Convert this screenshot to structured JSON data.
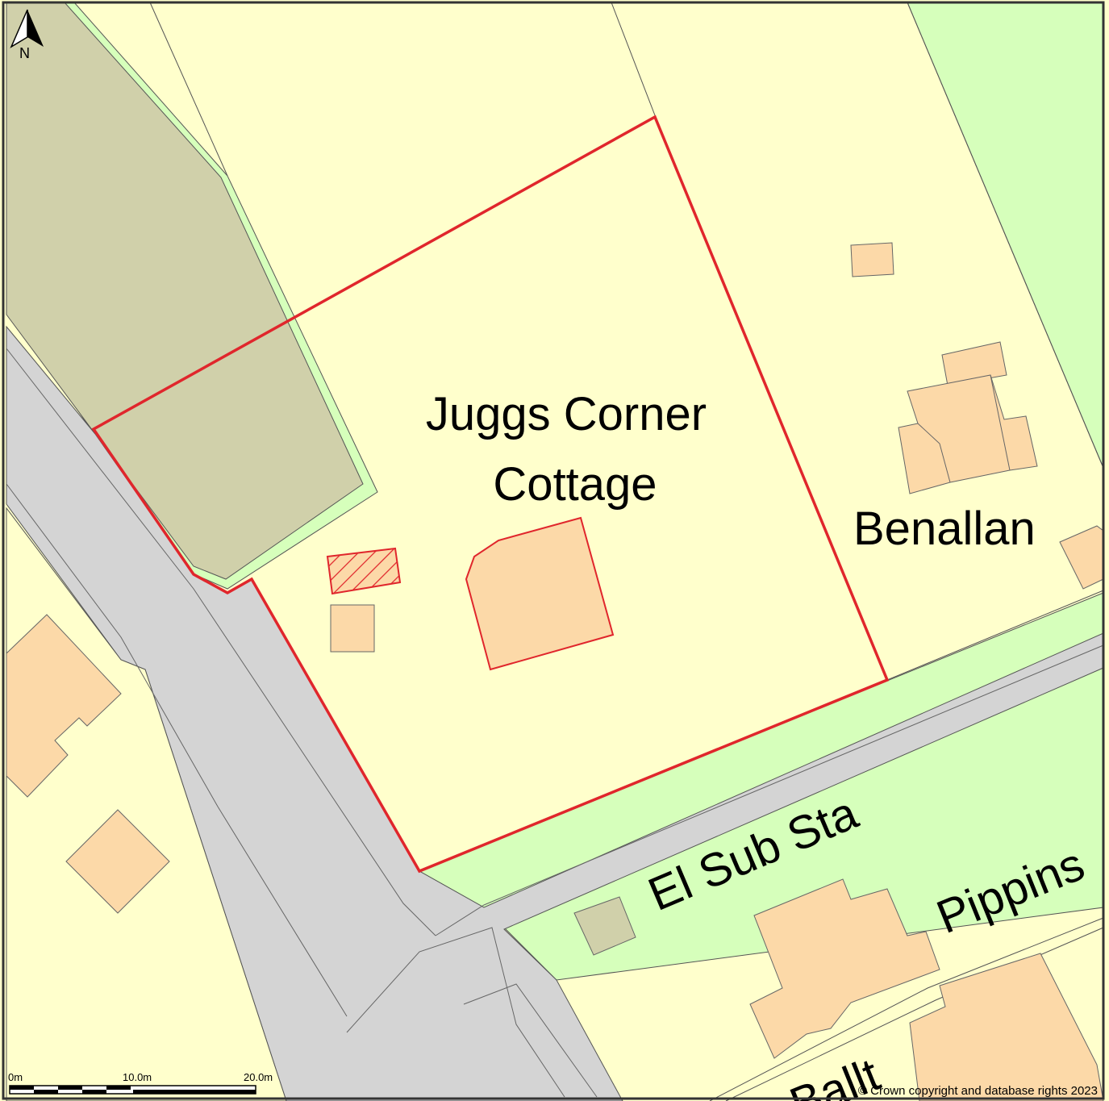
{
  "map": {
    "north_arrow": {
      "icon": "north-arrow-icon",
      "letter": "N"
    },
    "labels": {
      "site_line1": "Juggs Corner",
      "site_line2": "Cottage",
      "benallan": "Benallan",
      "el_sub_sta": "El Sub Sta",
      "pippins": "Pippins",
      "ballt": "Ballt"
    },
    "scale_bar": {
      "tick_0": "0m",
      "tick_1": "10.0m",
      "tick_2": "20.0m"
    },
    "copyright": "© Crown copyright and database rights 2023",
    "colors": {
      "land": "#ffffcc",
      "building": "#fcd9a8",
      "road": "#d4d4d4",
      "grass": "#d6ffbb",
      "olive": "#d0d0aa",
      "boundary": "#e0262c",
      "frame": "#333333"
    }
  }
}
